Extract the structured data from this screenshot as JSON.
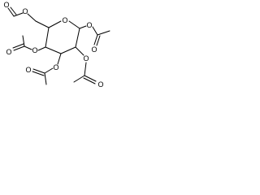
{
  "molecule": {
    "atoms": {
      "ring_oxygen": "O",
      "formate_carbonyl_oxygen": "O",
      "formate_ester_oxygen": "O",
      "c1_oxygen": "O",
      "c1_acetyl_carbonyl_oxygen": "O",
      "c4_oxygen": "O",
      "c4_acetyl_carbonyl_oxygen": "O",
      "c3_oxygen": "O",
      "c3_acetyl_carbonyl_oxygen": "O",
      "c2_oxygen": "O",
      "c2_acetyl_carbonyl_oxygen": "O"
    }
  }
}
